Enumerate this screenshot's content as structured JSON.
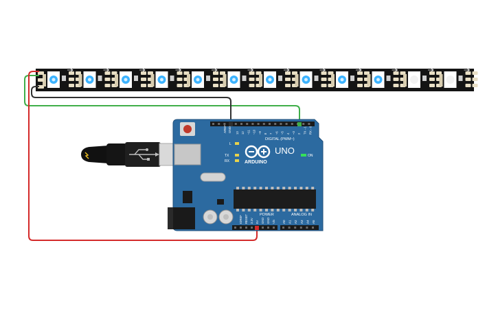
{
  "strip": {
    "led_count": 12,
    "lit_color": "#3cb3ff",
    "pad_labels": [
      "5V",
      "Din",
      "GND"
    ]
  },
  "arduino": {
    "brand": "ARDUINO",
    "model": "UNO",
    "on_label": "ON",
    "digital_label": "DIGITAL (PWM~)",
    "power_label": "POWER",
    "analog_label": "ANALOG IN",
    "aref": "AREF",
    "gnd": "GND",
    "l_label": "L",
    "tx_label": "TX",
    "rx_label": "RX",
    "digital_pins": [
      "13",
      "12",
      "~11",
      "~10",
      "~9",
      "8",
      "7",
      "~6",
      "~5",
      "4",
      "~3",
      "2",
      "TX→1",
      "RX←0"
    ],
    "power_pins": [
      "IOREF",
      "RESET",
      "3.3V",
      "5V",
      "GND",
      "GND",
      "Vin"
    ],
    "analog_pins": [
      "A0",
      "A1",
      "A2",
      "A3",
      "A4",
      "A5"
    ],
    "board_color": "#2c6aa0",
    "led_on_color": "#36e05a"
  },
  "wires": [
    {
      "name": "data-wire",
      "color": "#3fae49"
    },
    {
      "name": "ground-wire",
      "color": "#303030"
    },
    {
      "name": "power-wire",
      "color": "#d42a2a"
    }
  ]
}
